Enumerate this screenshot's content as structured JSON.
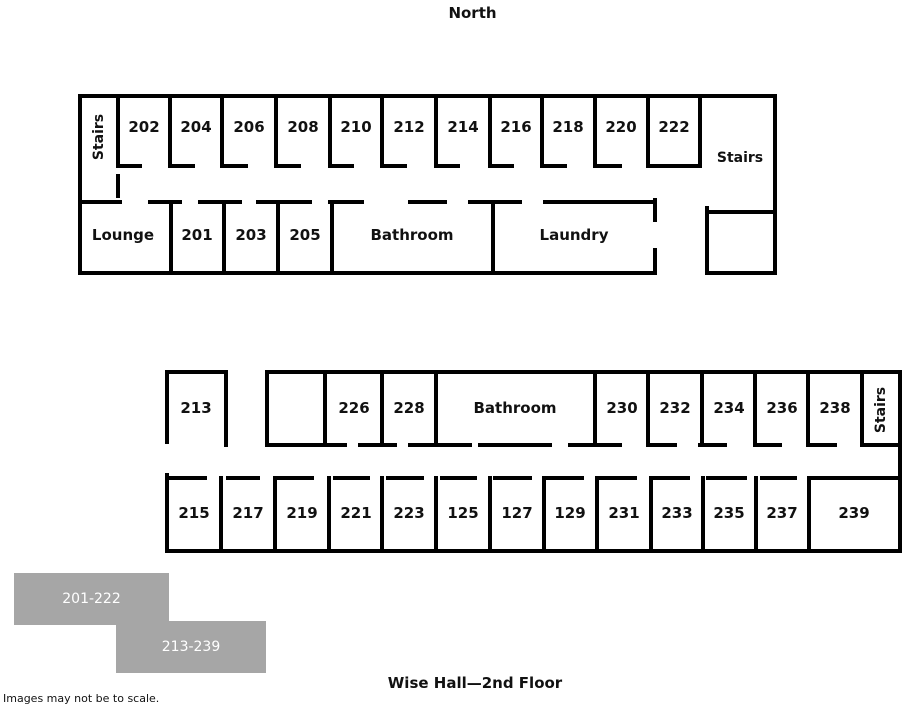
{
  "compass": "North",
  "title": "Wise Hall—2nd Floor",
  "disclaimer": "Images may not be to scale.",
  "legend": {
    "color": "#a6a6a6",
    "text_color": "#ffffff",
    "upper": "201-222",
    "lower": "213-239"
  },
  "upper_wing": {
    "stairs_west": "Stairs",
    "stairs_east": "Stairs",
    "north_rooms": [
      "202",
      "204",
      "206",
      "208",
      "210",
      "212",
      "214",
      "216",
      "218",
      "220",
      "222"
    ],
    "south_rooms": [
      "Lounge",
      "201",
      "203",
      "205",
      "Bathroom",
      "Laundry"
    ]
  },
  "lower_wing": {
    "north_rooms": [
      "213",
      "226",
      "228",
      "Bathroom",
      "230",
      "232",
      "234",
      "236",
      "238"
    ],
    "stairs_east": "Stairs",
    "south_rooms": [
      "215",
      "217",
      "219",
      "221",
      "223",
      "125",
      "127",
      "129",
      "231",
      "233",
      "235",
      "237",
      "239"
    ]
  }
}
